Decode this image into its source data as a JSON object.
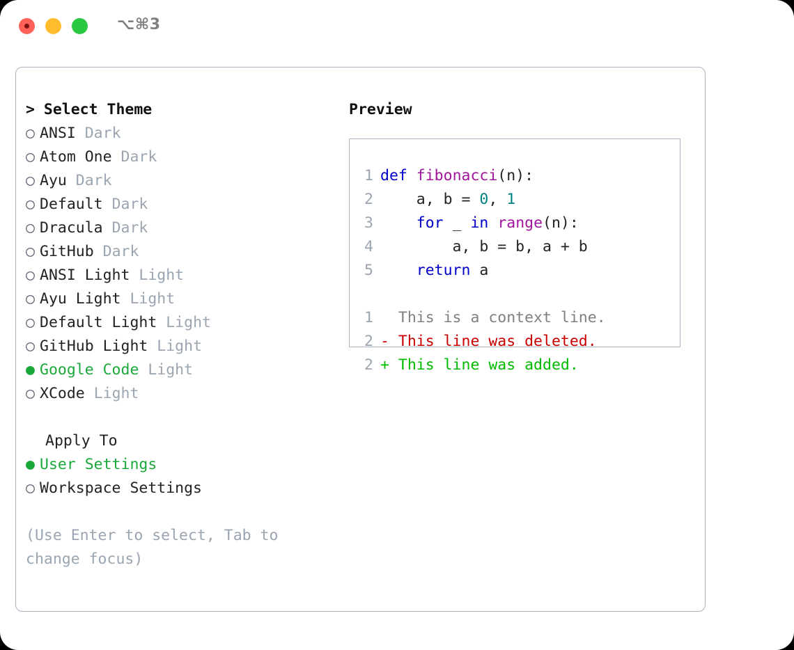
{
  "titlebar": {
    "shortcut": "⌥⌘3",
    "lights": [
      "close",
      "minimize",
      "maximize"
    ]
  },
  "theme_list": {
    "header": "> Select Theme",
    "items": [
      {
        "bullet": "○",
        "selected": false,
        "name": "ANSI",
        "variant": "Dark"
      },
      {
        "bullet": "○",
        "selected": false,
        "name": "Atom One",
        "variant": "Dark"
      },
      {
        "bullet": "○",
        "selected": false,
        "name": "Ayu",
        "variant": "Dark"
      },
      {
        "bullet": "○",
        "selected": false,
        "name": "Default",
        "variant": "Dark"
      },
      {
        "bullet": "○",
        "selected": false,
        "name": "Dracula",
        "variant": "Dark"
      },
      {
        "bullet": "○",
        "selected": false,
        "name": "GitHub",
        "variant": "Dark"
      },
      {
        "bullet": "○",
        "selected": false,
        "name": "ANSI Light",
        "variant": "Light"
      },
      {
        "bullet": "○",
        "selected": false,
        "name": "Ayu Light",
        "variant": "Light"
      },
      {
        "bullet": "○",
        "selected": false,
        "name": "Default Light",
        "variant": "Light"
      },
      {
        "bullet": "○",
        "selected": false,
        "name": "GitHub Light",
        "variant": "Light"
      },
      {
        "bullet": "●",
        "selected": true,
        "name": "Google Code",
        "variant": "Light"
      },
      {
        "bullet": "○",
        "selected": false,
        "name": "XCode",
        "variant": "Light"
      }
    ]
  },
  "apply_to": {
    "title": "Apply To",
    "options": [
      {
        "bullet": "●",
        "selected": true,
        "label": "User Settings"
      },
      {
        "bullet": "○",
        "selected": false,
        "label": "Workspace Settings"
      }
    ]
  },
  "hint": "(Use Enter to select, Tab to change focus)",
  "preview": {
    "title": "Preview",
    "code_lines": [
      {
        "num": "1",
        "tokens": [
          {
            "t": "def",
            "c": "kw"
          },
          {
            "t": " ",
            "c": "plain"
          },
          {
            "t": "fibonacci",
            "c": "fn"
          },
          {
            "t": "(n):",
            "c": "plain"
          }
        ]
      },
      {
        "num": "2",
        "tokens": [
          {
            "t": "    a, b = ",
            "c": "plain"
          },
          {
            "t": "0",
            "c": "num"
          },
          {
            "t": ", ",
            "c": "plain"
          },
          {
            "t": "1",
            "c": "num"
          }
        ]
      },
      {
        "num": "3",
        "tokens": [
          {
            "t": "    ",
            "c": "plain"
          },
          {
            "t": "for",
            "c": "kw"
          },
          {
            "t": " _ ",
            "c": "plain"
          },
          {
            "t": "in",
            "c": "kw"
          },
          {
            "t": " ",
            "c": "plain"
          },
          {
            "t": "range",
            "c": "fn"
          },
          {
            "t": "(n):",
            "c": "plain"
          }
        ]
      },
      {
        "num": "4",
        "tokens": [
          {
            "t": "        a, b = b, a + b",
            "c": "plain"
          }
        ]
      },
      {
        "num": "5",
        "tokens": [
          {
            "t": "    ",
            "c": "plain"
          },
          {
            "t": "return",
            "c": "kw"
          },
          {
            "t": " a",
            "c": "plain"
          }
        ]
      }
    ],
    "diff_lines": [
      {
        "num": "1",
        "marker": " ",
        "text": "  This is a context line.",
        "kind": "ctx"
      },
      {
        "num": "2",
        "marker": "-",
        "text": "- This line was deleted.",
        "kind": "del"
      },
      {
        "num": "2",
        "marker": "+",
        "text": "+ This line was added.",
        "kind": "add"
      }
    ]
  },
  "colors": {
    "accent_green": "#1aa83a",
    "muted": "#9aa5b1",
    "border": "#aab4c0",
    "keyword": "#0000cc",
    "function": "#a0159c",
    "number": "#008080",
    "deleted": "#cc0000",
    "added": "#00bb00"
  }
}
